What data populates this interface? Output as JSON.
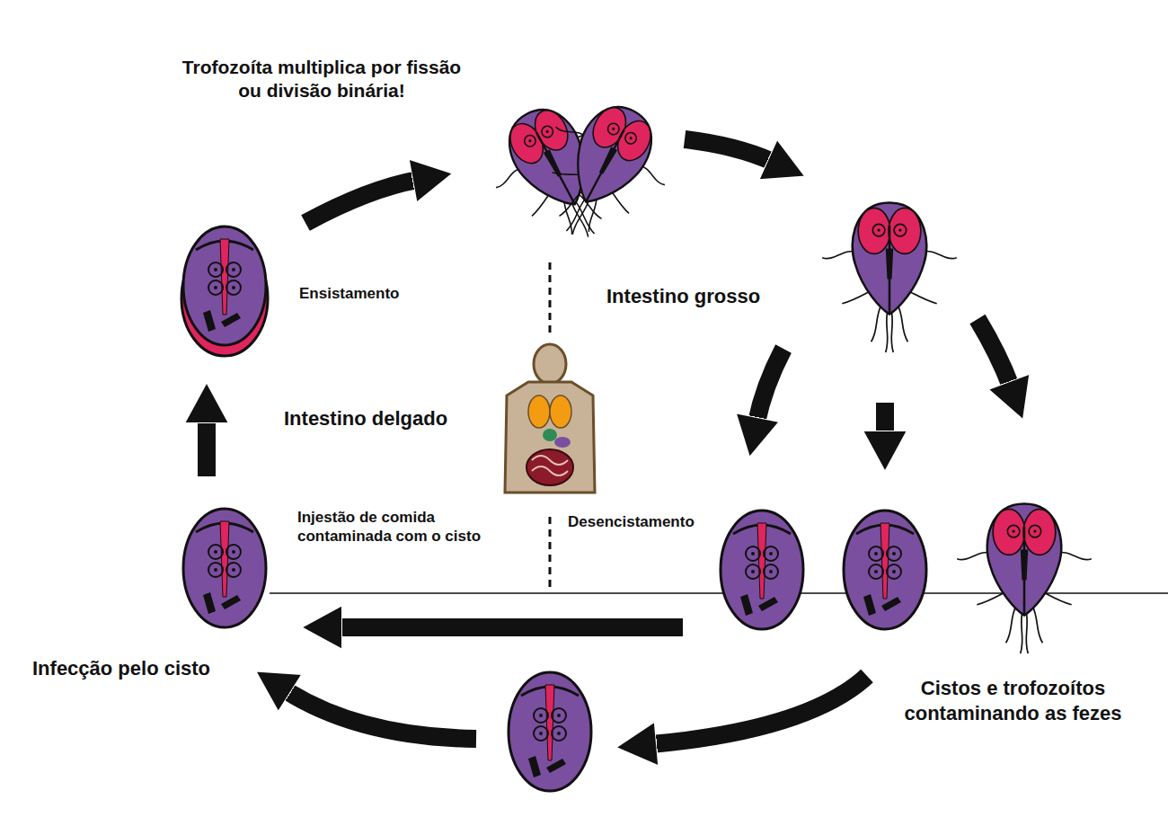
{
  "diagram": {
    "labels": [
      "Trofozoíta multiplica por fissão ou divisão binária!",
      "Ensistamento",
      "Intestino grosso",
      "Intestino delgado",
      "Injestão de comida contaminada com o cisto",
      "Desencistamento",
      "Infecção pelo cisto",
      "Cistos e trofozoítos contaminando as fezes"
    ]
  }
}
